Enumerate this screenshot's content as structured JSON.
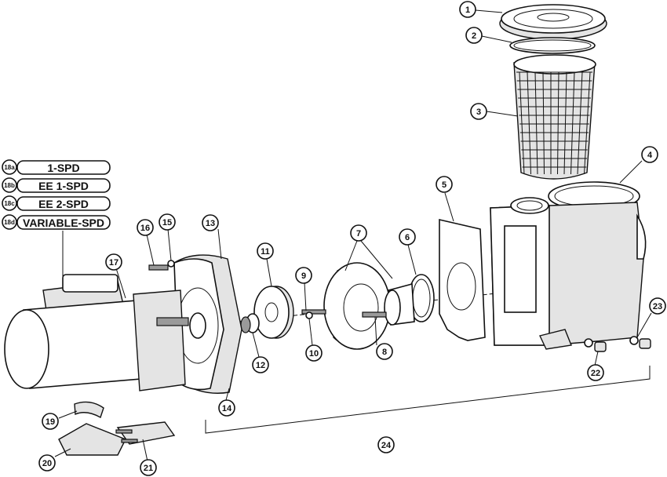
{
  "callouts": [
    {
      "id": "1",
      "label": "1"
    },
    {
      "id": "2",
      "label": "2"
    },
    {
      "id": "3",
      "label": "3"
    },
    {
      "id": "4",
      "label": "4"
    },
    {
      "id": "5",
      "label": "5"
    },
    {
      "id": "6",
      "label": "6"
    },
    {
      "id": "7",
      "label": "7"
    },
    {
      "id": "8",
      "label": "8"
    },
    {
      "id": "9",
      "label": "9"
    },
    {
      "id": "10",
      "label": "10"
    },
    {
      "id": "11",
      "label": "11"
    },
    {
      "id": "12",
      "label": "12"
    },
    {
      "id": "13",
      "label": "13"
    },
    {
      "id": "14",
      "label": "14"
    },
    {
      "id": "15",
      "label": "15"
    },
    {
      "id": "16",
      "label": "16"
    },
    {
      "id": "17",
      "label": "17"
    },
    {
      "id": "19",
      "label": "19"
    },
    {
      "id": "20",
      "label": "20"
    },
    {
      "id": "21",
      "label": "21"
    },
    {
      "id": "22",
      "label": "22"
    },
    {
      "id": "23",
      "label": "23"
    },
    {
      "id": "24",
      "label": "24"
    }
  ],
  "motor_options": [
    {
      "code": "18a",
      "name": "1-SPD"
    },
    {
      "code": "18b",
      "name": "EE 1-SPD"
    },
    {
      "code": "18c",
      "name": "EE 2-SPD"
    },
    {
      "code": "18d",
      "name": "VARIABLE-SPD"
    }
  ]
}
